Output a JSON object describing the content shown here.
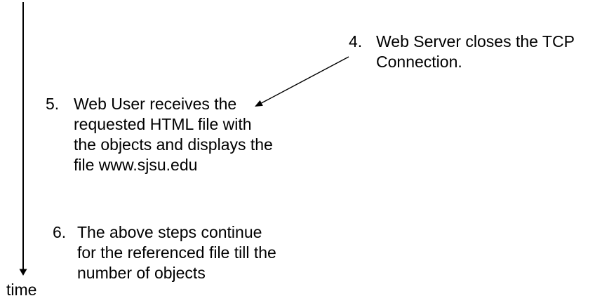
{
  "diagram": {
    "background_color": "#ffffff",
    "line_color": "#000000",
    "timeline": {
      "label": "time",
      "direction": "down"
    },
    "steps": [
      {
        "number": "4.",
        "lines": [
          "Web Server closes the TCP",
          "Connection."
        ]
      },
      {
        "number": "5.",
        "lines": [
          "Web User receives the",
          "requested HTML file with",
          "the objects and displays the",
          "file www.sjsu.edu"
        ]
      },
      {
        "number": "6.",
        "lines": [
          "The above steps continue",
          "for the referenced file till the",
          "number of objects"
        ]
      }
    ],
    "connector": {
      "from": "step-4",
      "to": "step-5"
    }
  }
}
